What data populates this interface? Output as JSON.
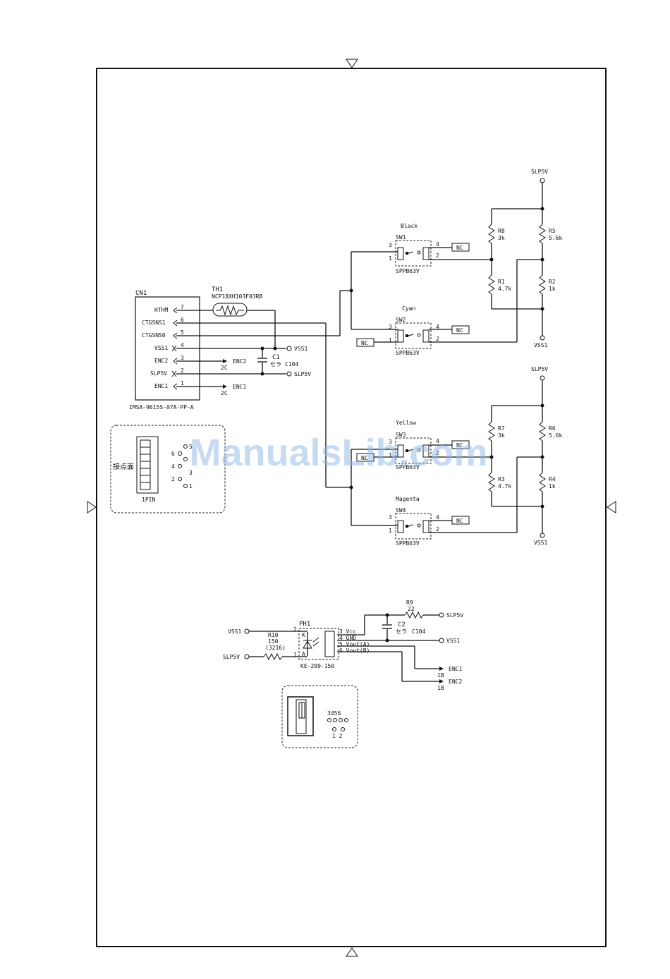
{
  "watermark": "ManualsLib.com",
  "connector": {
    "ref": "CN1",
    "part": "IMSA-9615S-07A-PP-A",
    "pins": [
      {
        "name": "HTHM",
        "num": "7"
      },
      {
        "name": "CTGSNS1",
        "num": "6"
      },
      {
        "name": "CTGSNS0",
        "num": "5"
      },
      {
        "name": "VSS1",
        "num": "4"
      },
      {
        "name": "ENC2",
        "num": "3"
      },
      {
        "name": "SLP5V",
        "num": "2"
      },
      {
        "name": "ENC1",
        "num": "1"
      }
    ]
  },
  "thermistor": {
    "ref": "TH1",
    "part": "NCP18XH103F03RB"
  },
  "cap1": {
    "ref": "C1",
    "value": "C104",
    "type": "セラ"
  },
  "nets": {
    "vss1": "VSS1",
    "slp5v": "SLP5V",
    "enc1": "ENC1",
    "enc2": "ENC2",
    "nc": "NC"
  },
  "enc_tags": {
    "enc2_sheet": "2C",
    "enc1_sheet": "2C",
    "out1_sheet": "1B",
    "out2_sheet": "1B"
  },
  "inset1": {
    "face_label": "接点面",
    "pin_label": "1PIN",
    "numbers": [
      "6",
      "5",
      "4",
      "3",
      "2",
      "1"
    ]
  },
  "switches": [
    {
      "ref": "SW1",
      "color": "Black",
      "part": "SPPB63V",
      "p1": "1",
      "p3": "3",
      "p2": "2",
      "p4": "4"
    },
    {
      "ref": "SW2",
      "color": "Cyan",
      "part": "SPPB63V",
      "p1": "1",
      "p3": "3",
      "p2": "2",
      "p4": "4"
    },
    {
      "ref": "SW3",
      "color": "Yellow",
      "part": "SPPB63V",
      "p1": "1",
      "p3": "3",
      "p2": "2",
      "p4": "4"
    },
    {
      "ref": "SW4",
      "color": "Magenta",
      "part": "SPPB63V",
      "p1": "1",
      "p3": "3",
      "p2": "2",
      "p4": "4"
    }
  ],
  "resistors": {
    "r8": {
      "ref": "R8",
      "value": "3k"
    },
    "r5": {
      "ref": "R5",
      "value": "5.6k"
    },
    "r1": {
      "ref": "R1",
      "value": "4.7k"
    },
    "r2": {
      "ref": "R2",
      "value": "1k"
    },
    "r7": {
      "ref": "R7",
      "value": "3k"
    },
    "r6": {
      "ref": "R6",
      "value": "5.6k"
    },
    "r3": {
      "ref": "R3",
      "value": "4.7k"
    },
    "r4": {
      "ref": "R4",
      "value": "1k"
    },
    "r9": {
      "ref": "R9",
      "value": "22"
    },
    "r10": {
      "ref": "R10",
      "value": "150",
      "package": "(3216)"
    }
  },
  "photo": {
    "ref": "PH1",
    "part": "KE-209-150",
    "pin_k": "K",
    "pin_a": "A",
    "pin_2": "2",
    "pin_1": "1",
    "pins": [
      "3 Vcc",
      "4 GND",
      "5 Vout(A)",
      "6 Vout(B)"
    ]
  },
  "cap2": {
    "ref": "C2",
    "value": "C104",
    "type": "セラ"
  },
  "inset2": {
    "top_numbers": "3456",
    "bottom_numbers": "1 2"
  }
}
